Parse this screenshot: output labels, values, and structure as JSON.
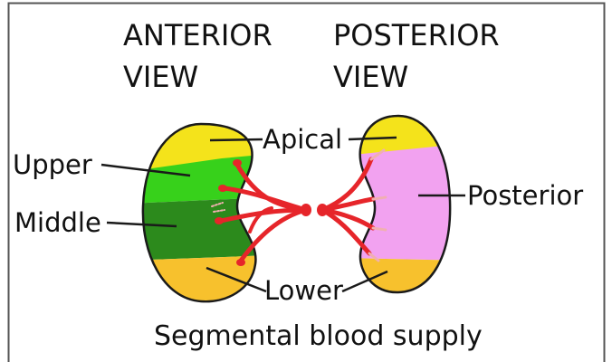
{
  "headings": {
    "anterior_line1": "ANTERIOR",
    "anterior_line2": "VIEW",
    "posterior_line1": "POSTERIOR",
    "posterior_line2": "VIEW"
  },
  "labels": {
    "apical": "Apical",
    "upper": "Upper",
    "middle": "Middle",
    "lower": "Lower",
    "posterior": "Posterior"
  },
  "caption": "Segmental blood supply",
  "colors": {
    "apical_segment": "#f4e31b",
    "upper_segment": "#37d11b",
    "middle_segment": "#2c8a1c",
    "lower_segment": "#f7c12d",
    "posterior_segment": "#f2a2f0",
    "artery": "#e6252a",
    "outline": "#1a1a1a"
  }
}
